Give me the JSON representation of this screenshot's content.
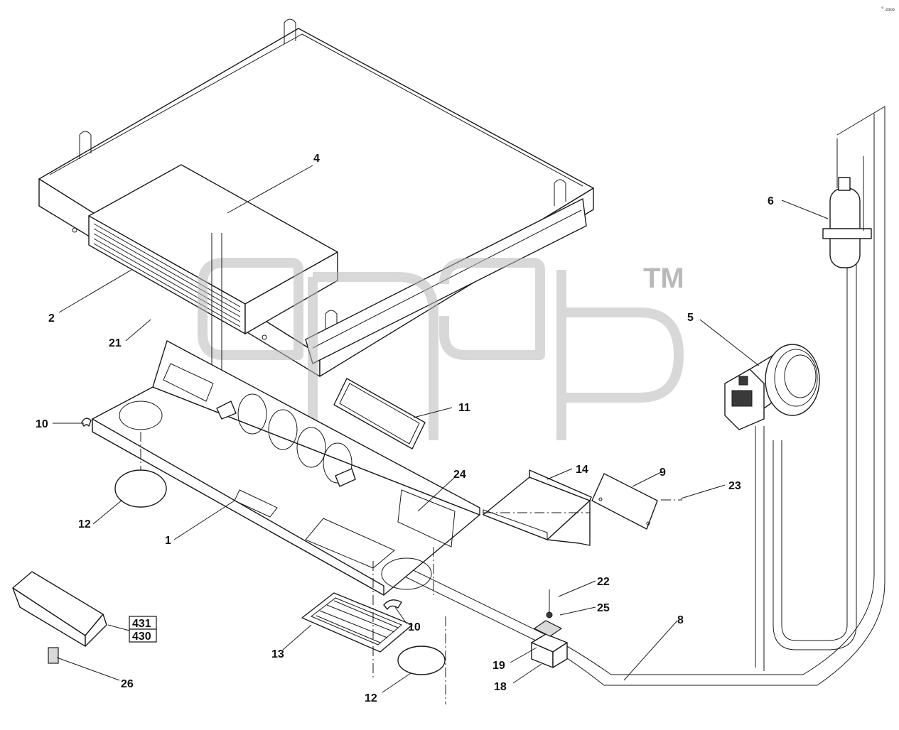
{
  "callouts": {
    "c1": "1",
    "c2": "2",
    "c4": "4",
    "c5": "5",
    "c6": "6",
    "c8": "8",
    "c9": "9",
    "c10a": "10",
    "c10b": "10",
    "c11": "11",
    "c12a": "12",
    "c12b": "12",
    "c13": "13",
    "c14": "14",
    "c18": "18",
    "c19": "19",
    "c21": "21",
    "c22": "22",
    "c23": "23",
    "c24": "24",
    "c25": "25",
    "c26": "26",
    "c430": "430",
    "c431": "431"
  },
  "watermark": {
    "trademark": "TM"
  },
  "corner_mark": "° ∞∞",
  "colors": {
    "line": "#1a1a1a",
    "watermark": "#b8b8b8"
  }
}
